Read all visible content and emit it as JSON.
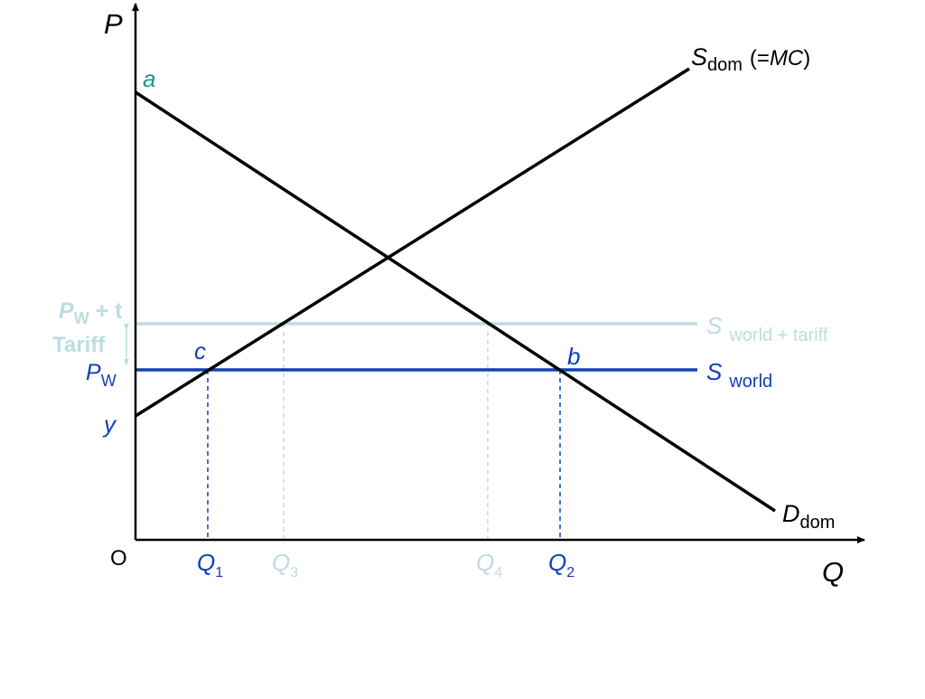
{
  "colors": {
    "black": "#000000",
    "teal": "#1a9a8a",
    "dark_blue": "#1040b8",
    "light_blue": "#bcdde2",
    "white": "#ffffff"
  },
  "axes": {
    "y_label": "P",
    "x_label": "Q",
    "origin_label": "O"
  },
  "curves": {
    "supply_main": "S",
    "supply_sub": "dom",
    "supply_note": "(=",
    "supply_note_mc": "MC",
    "supply_note_close": ")",
    "demand_main": "D",
    "demand_sub": "dom",
    "world_main": "S",
    "world_sub": "world",
    "tariff_main": "S",
    "tariff_sub": "world + tariff"
  },
  "price_labels": {
    "pw_t_main": "P",
    "pw_t_sub": "W",
    "pw_t_suffix": " + t",
    "tariff": "Tariff",
    "pw_main": "P",
    "pw_sub": "W",
    "y": "y"
  },
  "points": {
    "a": "a",
    "b": "b",
    "c": "c"
  },
  "quantities": {
    "q1_main": "Q",
    "q1_sub": "1",
    "q2_main": "Q",
    "q2_sub": "2",
    "q3_main": "Q",
    "q3_sub": "3",
    "q4_main": "Q",
    "q4_sub": "4"
  }
}
